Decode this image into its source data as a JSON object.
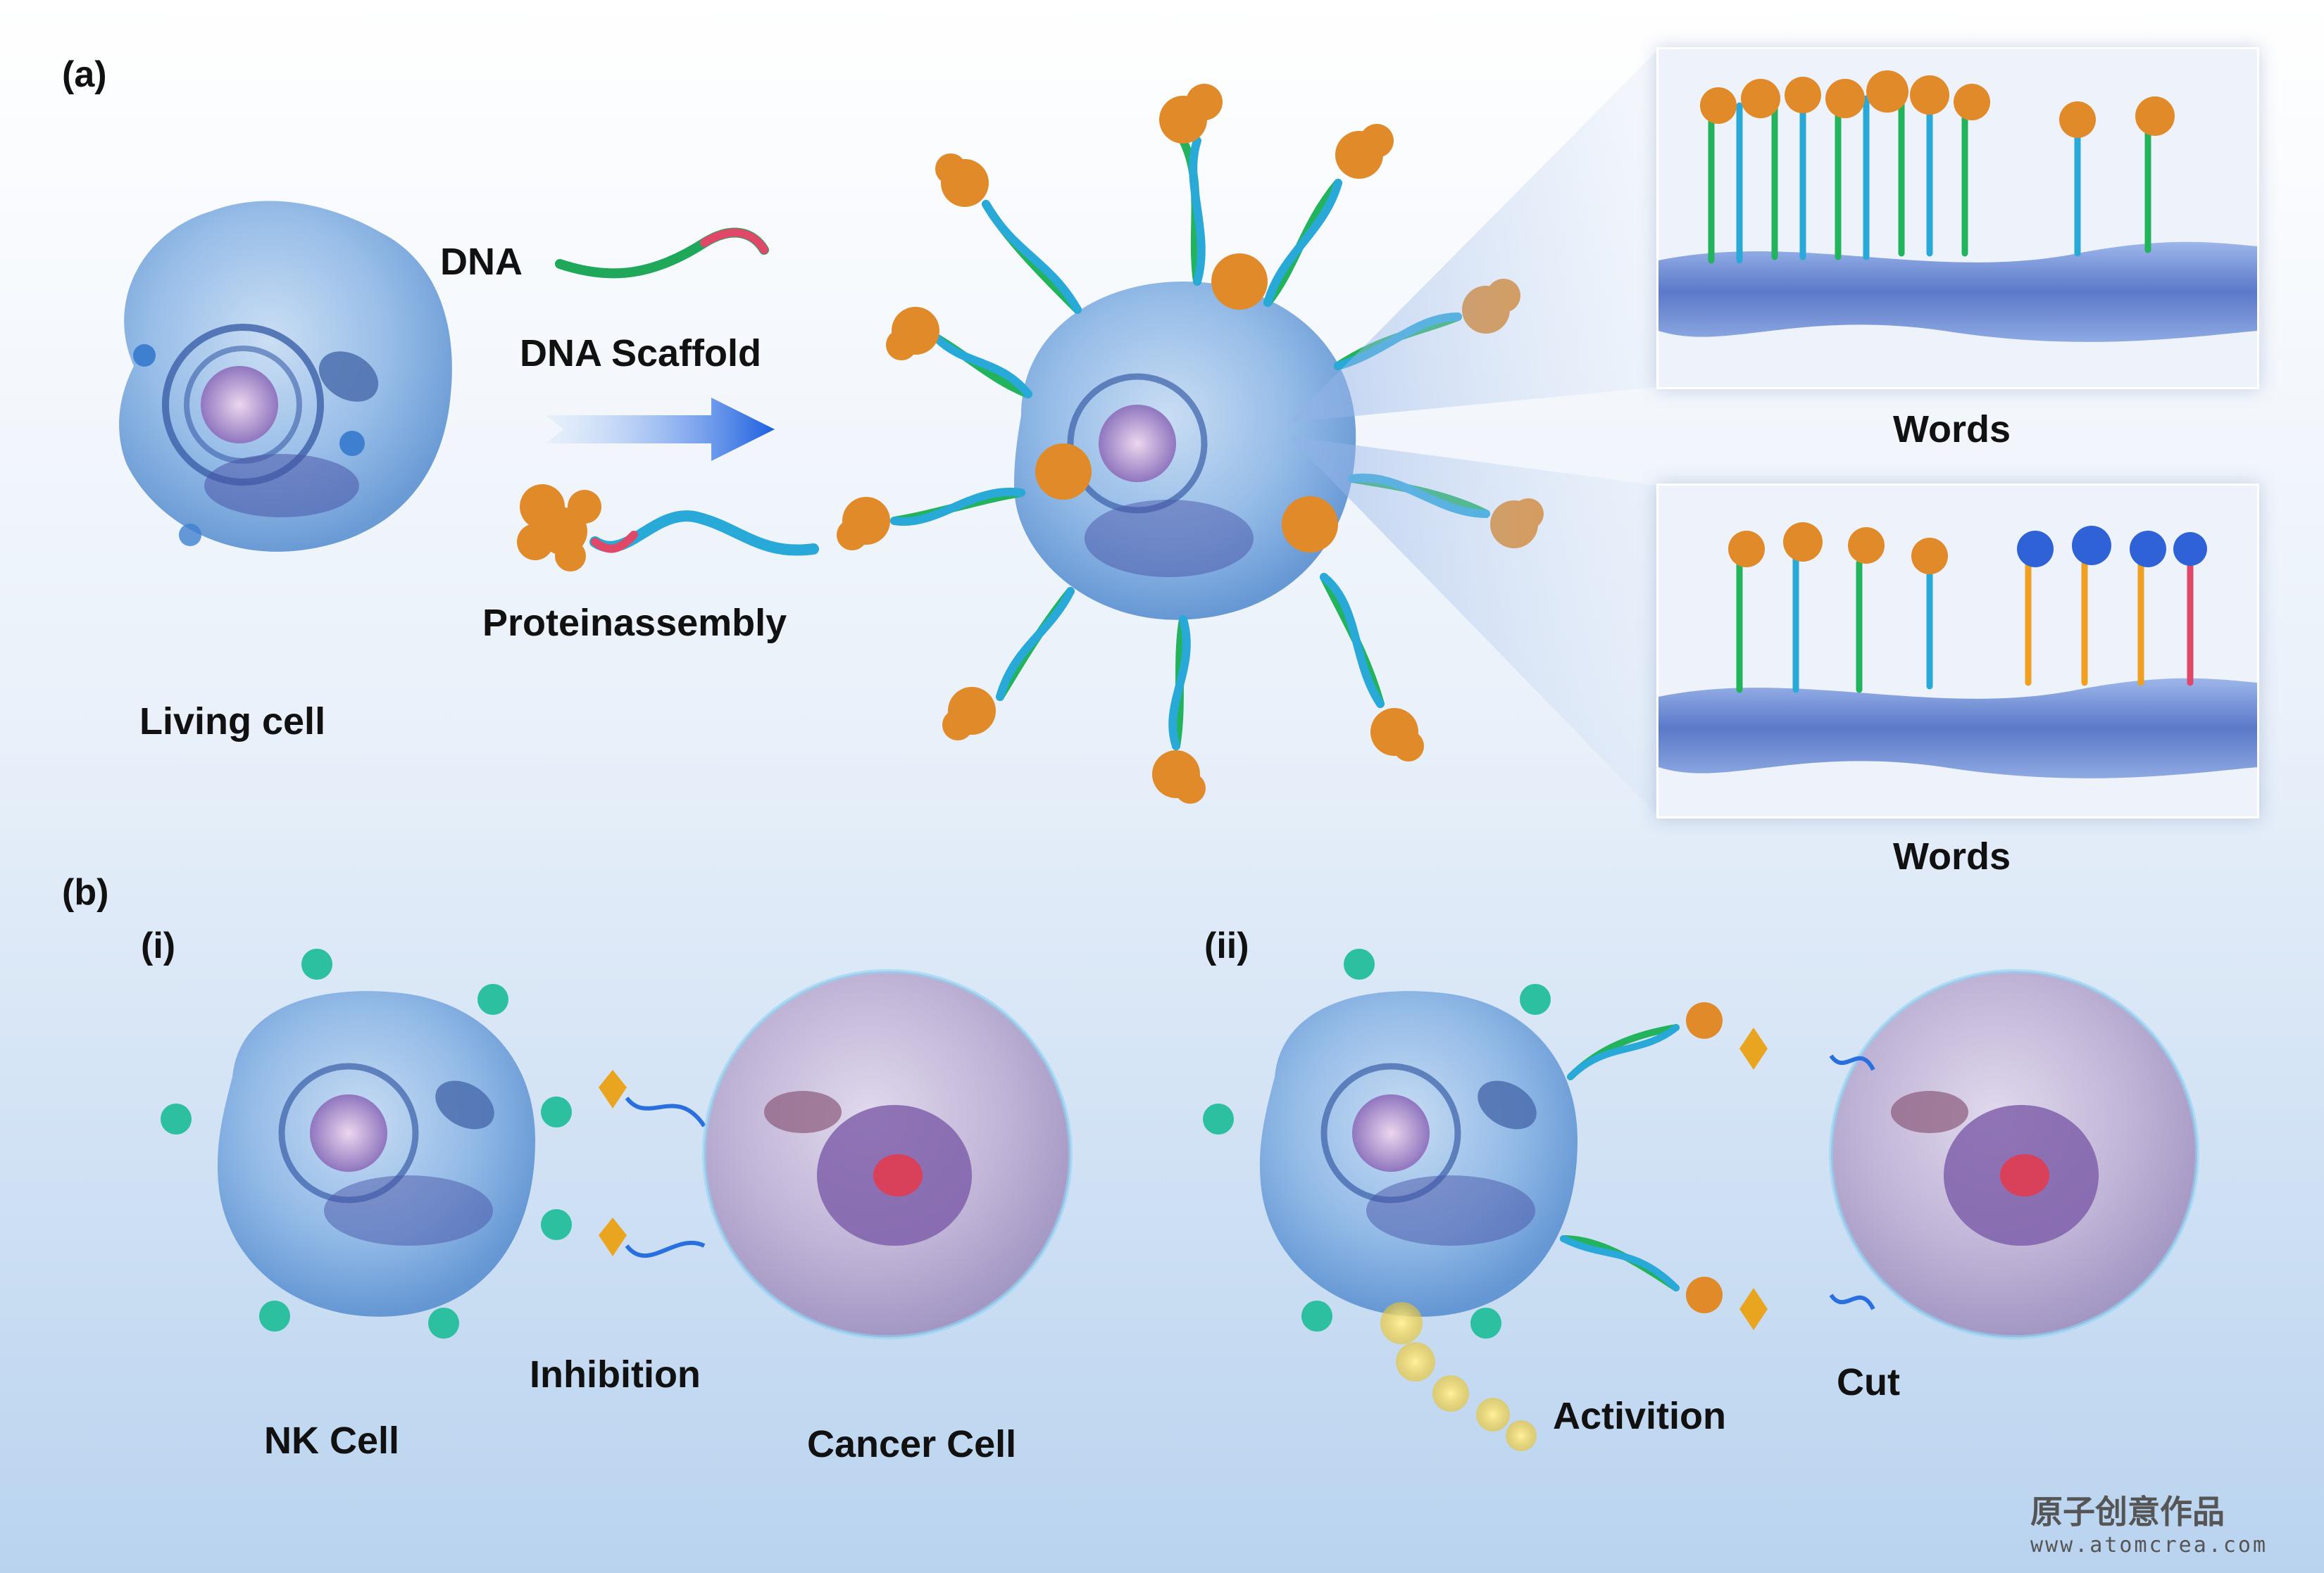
{
  "panels": {
    "a_label": "(a)",
    "b_label": "(b)",
    "b_i_label": "(i)",
    "b_ii_label": "(ii)"
  },
  "panel_a": {
    "dna_label": "DNA",
    "scaffold_label": "DNA Scaffold",
    "protein_label": "Proteinassembly",
    "living_cell_label": "Living cell",
    "inset_top_caption": "Words",
    "inset_bottom_caption": "Words"
  },
  "panel_b": {
    "nk_cell_label": "NK Cell",
    "cancer_cell_label": "Cancer Cell",
    "inhibition_label": "Inhibition",
    "activation_label": "Activition",
    "cut_label": "Cut"
  },
  "watermark": {
    "name": "原子创意作品",
    "url": "www.atomcrea.com"
  },
  "colors": {
    "background_top": "#ffffff",
    "background_bottom": "#b7d2f0",
    "cell_blue": "#6fa6de",
    "cancer_cell": "#b9a9cc",
    "dna_green": "#22b35c",
    "dna_cyan": "#29a9d8",
    "linker_pink": "#e0486a",
    "protein_orange": "#e08a2a",
    "arrow_blue": "#2a6fe0",
    "membrane_blue": "#6f8fd6",
    "prism_gold": "#e9a520"
  }
}
